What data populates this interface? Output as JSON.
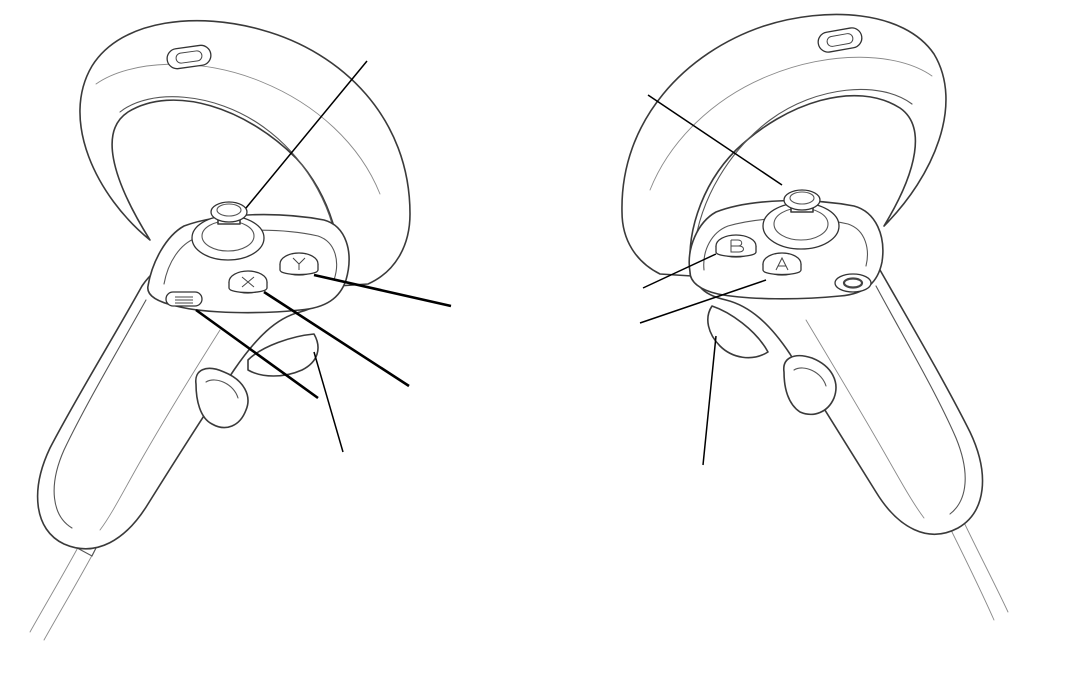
{
  "figure": {
    "controllers": [
      {
        "side": "left",
        "buttons": {
          "primary": "X",
          "secondary": "Y",
          "system": "menu"
        }
      },
      {
        "side": "right",
        "buttons": {
          "primary": "A",
          "secondary": "B",
          "system": "oculus"
        }
      }
    ],
    "callout_count": 9
  },
  "colors": {
    "line": "#3a3a3a",
    "leader": "#000000",
    "background": "#ffffff"
  }
}
